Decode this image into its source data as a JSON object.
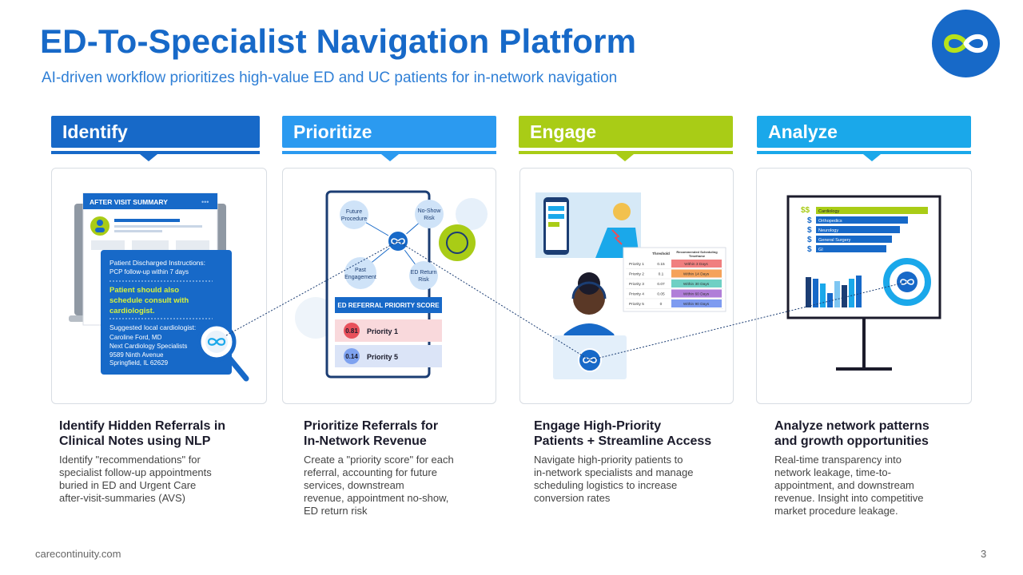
{
  "title": "ED-To-Specialist Navigation Platform",
  "subtitle": "AI-driven workflow prioritizes high-value ED and UC patients for in-network navigation",
  "colors": {
    "identify": "#1769c8",
    "prioritize": "#2b9af0",
    "engage": "#a9cc16",
    "analyze": "#1aa8ea"
  },
  "columns": [
    {
      "header": "Identify",
      "heading_line1": "Identify Hidden Referrals  in",
      "heading_line2": "Clinical Notes using NLP",
      "desc": [
        "Identify \"recommendations\" for",
        "specialist follow-up appointments",
        "buried in ED and Urgent Care",
        "after-visit-summaries (AVS)"
      ]
    },
    {
      "header": "Prioritize",
      "heading_line1": "Prioritize Referrals for",
      "heading_line2": "In-Network Revenue",
      "desc": [
        "Create a \"priority score\" for each",
        "referral, accounting for future",
        "services, downstream",
        "revenue, appointment no-show,",
        "ED return risk"
      ]
    },
    {
      "header": "Engage",
      "heading_line1": "Engage High-Priority",
      "heading_line2": "Patients + Streamline Access",
      "desc": [
        "Navigate high-priority patients to",
        "in-network specialists and manage",
        "scheduling logistics to increase",
        "conversion rates"
      ]
    },
    {
      "header": "Analyze",
      "heading_line1": "Analyze network patterns",
      "heading_line2": "and growth opportunities",
      "desc": [
        "Real-time transparency into",
        "network leakage, time-to-",
        "appointment, and downstream",
        "revenue. Insight into competitive",
        "market procedure leakage."
      ]
    }
  ],
  "avs": {
    "title": "AFTER VISIT SUMMARY",
    "dots": "•••",
    "instr_title": "Patient Discharged Instructions:",
    "instr_line": "PCP follow-up within 7 days",
    "highlight": [
      "Patient should also",
      "schedule consult with",
      "cardiologist."
    ],
    "suggested_title": "Suggested local cardiologist:",
    "suggested_lines": [
      "Caroline Ford, MD",
      "Next Cardiology Specialists",
      "9589 Ninth Avenue",
      "Springfield, IL 62629"
    ]
  },
  "priority": {
    "nodes": [
      [
        "Future",
        "Procedure"
      ],
      [
        "No-Show",
        "Risk"
      ],
      [
        "Past",
        "Engagement"
      ],
      [
        "ED Return",
        "Risk"
      ]
    ],
    "score_title": "ED REFERRAL PRIORITY SCORE",
    "rows": [
      {
        "score": "0.81",
        "label": "Priority 1"
      },
      {
        "score": "0.14",
        "label": "Priority 5"
      }
    ]
  },
  "schedule": {
    "col_threshold": "Threshold",
    "col_timeframe": [
      "Recommended Scheduling",
      "Timeframe"
    ],
    "rows": [
      {
        "priority": "Priority 1",
        "threshold": "0.15",
        "timeframe": "Within 3 Days"
      },
      {
        "priority": "Priority 2",
        "threshold": "0.1",
        "timeframe": "Within 14 Days"
      },
      {
        "priority": "Priority 3",
        "threshold": "0.07",
        "timeframe": "Within 30 Days"
      },
      {
        "priority": "Priority 4",
        "threshold": "0.05",
        "timeframe": "Within 60 Days"
      },
      {
        "priority": "Priority 5",
        "threshold": "0",
        "timeframe": "Within 90 Days"
      }
    ]
  },
  "analytics": {
    "dollar_top": "$$",
    "dollar": "$",
    "bars": [
      "Cardiology",
      "Orthopedics",
      "Neurology",
      "General Surgery",
      "GI"
    ]
  },
  "footer": "carecontinuity.com",
  "page_number": "3"
}
